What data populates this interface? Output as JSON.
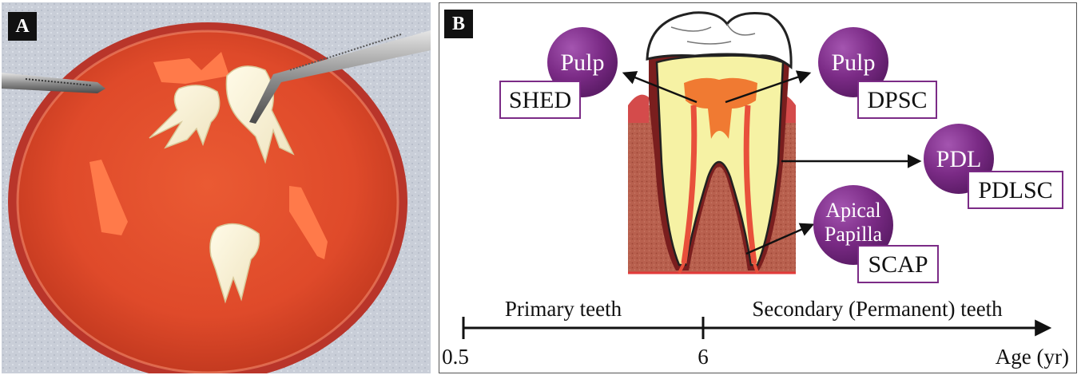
{
  "panel_a": {
    "label": "A"
  },
  "panel_b": {
    "label": "B",
    "bubbles": {
      "shed": {
        "bubble": "Pulp",
        "box": "SHED"
      },
      "dpsc": {
        "bubble": "Pulp",
        "box": "DPSC"
      },
      "pdlsc": {
        "bubble": "PDL",
        "box": "PDLSC"
      },
      "scap": {
        "bubble_line1": "Apical",
        "bubble_line2": "Papilla",
        "box": "SCAP"
      }
    },
    "timeline": {
      "primary_label": "Primary teeth",
      "secondary_label": "Secondary (Permanent) teeth",
      "tick_start": "0.5",
      "tick_mid": "6",
      "axis_label": "Age (yr)"
    }
  },
  "colors": {
    "bubble_purple": "#7b2b86",
    "box_border": "#7b2b86",
    "dish_red": "#e2502f"
  }
}
